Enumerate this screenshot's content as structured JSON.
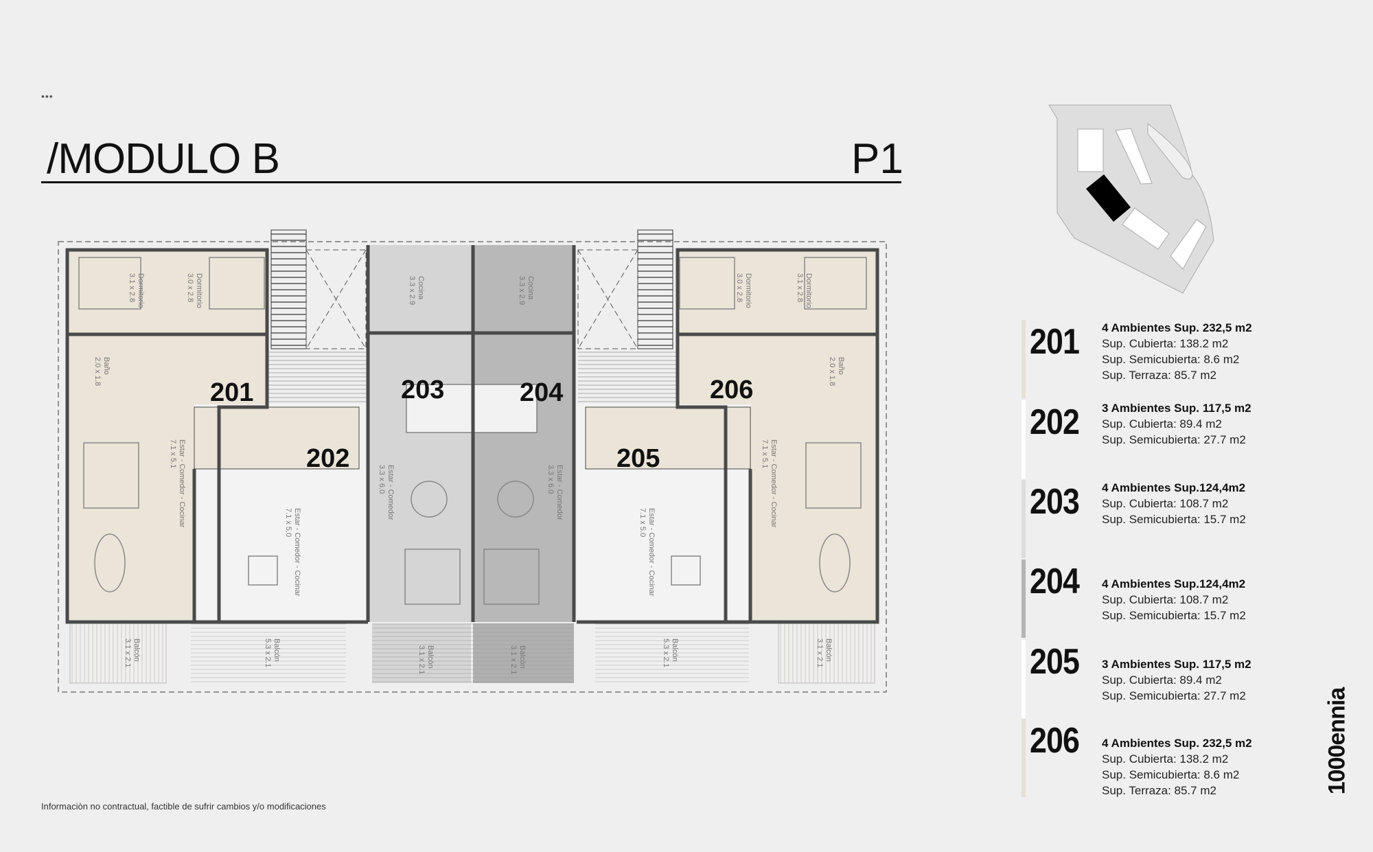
{
  "header": {
    "menu_icon": "more-dots-icon",
    "menu_dots": "•••",
    "title": "/MODULO B",
    "level": "P1"
  },
  "plan": {
    "units": [
      "201",
      "202",
      "203",
      "204",
      "205",
      "206"
    ],
    "rooms": [
      {
        "name": "Dormitorio",
        "size": "3.1 x 2.8"
      },
      {
        "name": "Dormitorio",
        "size": "3.0 x 2.8"
      },
      {
        "name": "Baño",
        "size": "2.0 x 1.8"
      },
      {
        "name": "Estar - Comedor - Cocinar",
        "size": "7.1 x 5.1"
      },
      {
        "name": "Cocina",
        "size": "3.3 x 2.9"
      },
      {
        "name": "Cocina",
        "size": "3.3 x 2.9"
      },
      {
        "name": "Estar - Comedor - Cocinar",
        "size": "7.1 x 5.0"
      },
      {
        "name": "Estar - Comedor",
        "size": "3.3 x 6.0"
      },
      {
        "name": "Estar - Comedor",
        "size": "3.3 x 6.0"
      },
      {
        "name": "Estar - Comedor - Cocinar",
        "size": "7.1 x 5.0"
      },
      {
        "name": "Estar - Comedor - Cocinar",
        "size": "7.1 x 5.1"
      },
      {
        "name": "Dormitorio",
        "size": "3.0 x 2.8"
      },
      {
        "name": "Dormitorio",
        "size": "3.1 x 2.8"
      },
      {
        "name": "Baño",
        "size": "2.0 x 1.8"
      },
      {
        "name": "Balcón",
        "size": "3.1 x 2.1"
      },
      {
        "name": "Balcón",
        "size": "5.3 x 2.1"
      },
      {
        "name": "Balcón",
        "size": "3.1 x 2.1"
      },
      {
        "name": "Balcón",
        "size": "3.1 x 2.1"
      },
      {
        "name": "Balcón",
        "size": "5.3 x 2.1"
      },
      {
        "name": "Balcón",
        "size": "3.1 x 2.1"
      }
    ],
    "colors": {
      "u201": "#ebe4d9",
      "u202": "#f3f3f3",
      "u203": "#d5d5d5",
      "u204": "#b8b8b8"
    }
  },
  "legend": [
    {
      "unit": "201",
      "color": "#e6e0d6",
      "heading": "4 Ambientes  Sup. 232,5 m2",
      "lines": [
        "Sup. Cubierta: 138.2 m2",
        "Sup. Semicubierta: 8.6 m2",
        "Sup. Terraza: 85.7 m2"
      ]
    },
    {
      "unit": "202",
      "color": "#ffffff",
      "heading": "3 Ambientes Sup. 117,5 m2",
      "lines": [
        "Sup. Cubierta: 89.4 m2",
        "Sup. Semicubierta: 27.7 m2"
      ]
    },
    {
      "unit": "203",
      "color": "#dddddd",
      "heading": "4 Ambientes Sup.124,4m2",
      "lines": [
        "Sup. Cubierta: 108.7 m2",
        "Sup. Semicubierta: 15.7 m2"
      ]
    },
    {
      "unit": "204",
      "color": "#b5b5b5",
      "heading": "4 Ambientes Sup.124,4m2",
      "lines": [
        "Sup. Cubierta: 108.7 m2",
        "Sup. Semicubierta: 15.7 m2"
      ]
    },
    {
      "unit": "205",
      "color": "#ffffff",
      "heading": "3 Ambientes Sup. 117,5 m2",
      "lines": [
        "Sup. Cubierta: 89.4 m2",
        "Sup. Semicubierta: 27.7 m2"
      ]
    },
    {
      "unit": "206",
      "color": "#e6e0d6",
      "heading": "4 Ambientes  Sup. 232,5 m2",
      "lines": [
        "Sup. Cubierta: 138.2 m2",
        "Sup. Semicubierta: 8.6 m2",
        "Sup. Terraza: 85.7 m2"
      ]
    }
  ],
  "brand": {
    "logo": "1000ennia"
  },
  "footer": {
    "disclaimer": "Informaciòn no contractual, factible de sufrir cambios y/o modificaciones"
  }
}
